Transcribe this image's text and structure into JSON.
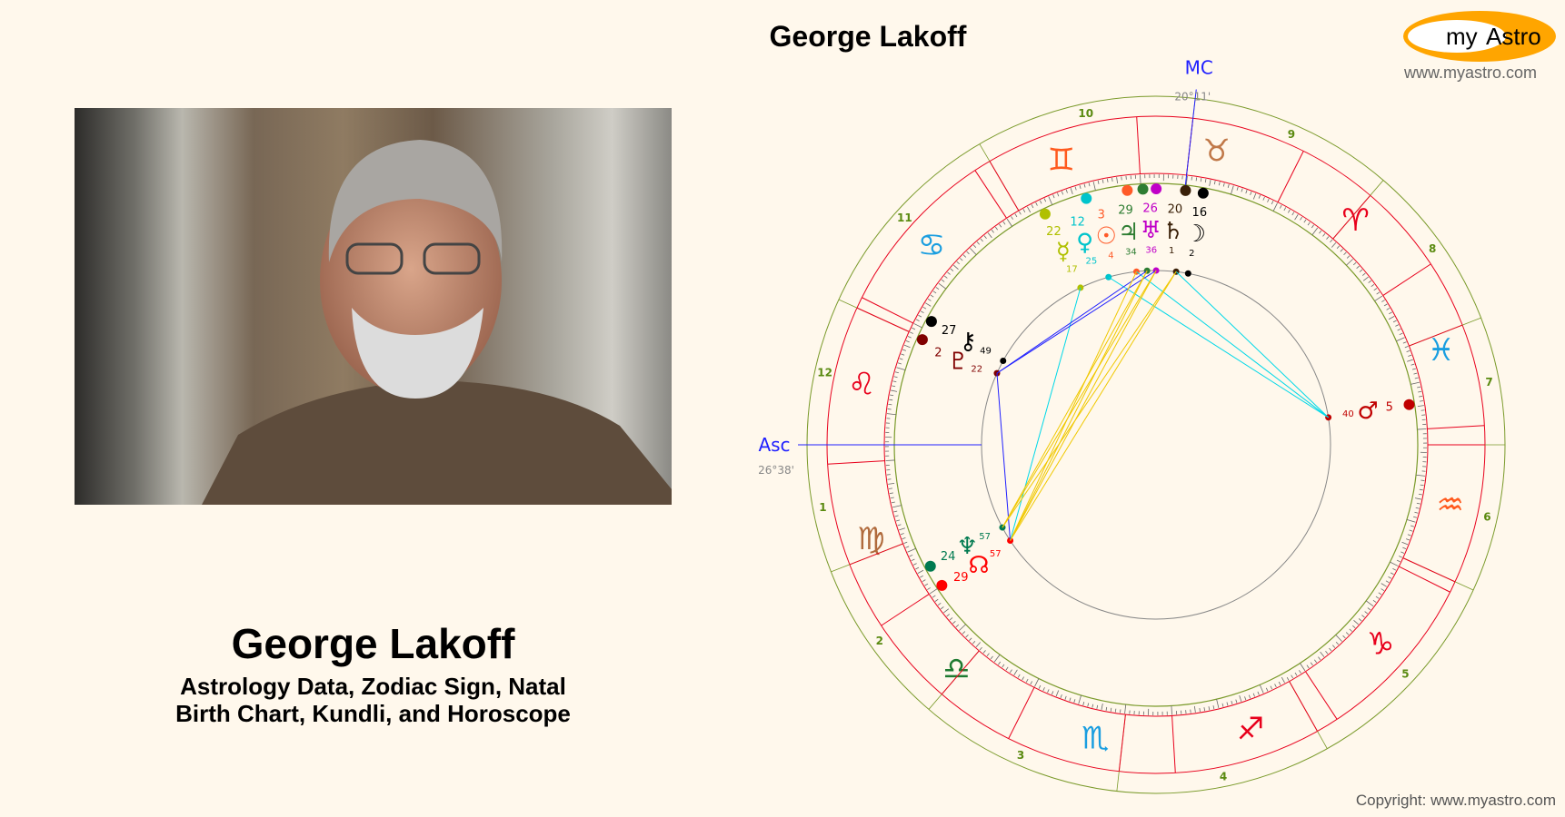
{
  "header": {
    "title": "George Lakoff"
  },
  "logo": {
    "part1": "my",
    "part2": "Astro",
    "url": "www.myastro.com",
    "accent": "#ffa500"
  },
  "person": {
    "name": "George Lakoff",
    "subtitle_line1": "Astrology Data, Zodiac Sign, Natal",
    "subtitle_line2": "Birth Chart, Kundli, and Horoscope"
  },
  "footer": {
    "copyright": "Copyright: www.myastro.com"
  },
  "chart_data": {
    "type": "natal-wheel",
    "angles": {
      "asc": {
        "label": "Asc",
        "degree_text": "26°38'",
        "longitude": 146.63
      },
      "mc": {
        "label": "MC",
        "degree_text": "20°11'",
        "longitude": 50.18
      }
    },
    "signs": [
      {
        "name": "aries",
        "glyph": "♈",
        "color": "#e8001c"
      },
      {
        "name": "taurus",
        "glyph": "♉",
        "color": "#c07848"
      },
      {
        "name": "gemini",
        "glyph": "♊",
        "color": "#ff5a1e"
      },
      {
        "name": "cancer",
        "glyph": "♋",
        "color": "#1a9ee0"
      },
      {
        "name": "leo",
        "glyph": "♌",
        "color": "#e8001c"
      },
      {
        "name": "virgo",
        "glyph": "♍",
        "color": "#b06a3c"
      },
      {
        "name": "libra",
        "glyph": "♎",
        "color": "#1e7a30"
      },
      {
        "name": "scorpio",
        "glyph": "♏",
        "color": "#1a9ee0"
      },
      {
        "name": "sagittarius",
        "glyph": "♐",
        "color": "#e8001c"
      },
      {
        "name": "capricorn",
        "glyph": "♑",
        "color": "#e8001c"
      },
      {
        "name": "aquarius",
        "glyph": "♒",
        "color": "#ff5a1e"
      },
      {
        "name": "pisces",
        "glyph": "♓",
        "color": "#1a9ee0"
      }
    ],
    "houses": [
      {
        "n": "1",
        "cusp": 146.63
      },
      {
        "n": "2",
        "cusp": 168
      },
      {
        "n": "3",
        "cusp": 196
      },
      {
        "n": "4",
        "cusp": 230.18
      },
      {
        "n": "5",
        "cusp": 266
      },
      {
        "n": "6",
        "cusp": 302
      },
      {
        "n": "7",
        "cusp": 326.63
      },
      {
        "n": "8",
        "cusp": 348
      },
      {
        "n": "9",
        "cusp": 16
      },
      {
        "n": "10",
        "cusp": 50.18
      },
      {
        "n": "11",
        "cusp": 87
      },
      {
        "n": "12",
        "cusp": 122
      }
    ],
    "planets": [
      {
        "name": "sun",
        "glyph": "☉",
        "deg": "3",
        "min": "4",
        "longitude": 63.07,
        "color": "#ff5a28"
      },
      {
        "name": "jupiter",
        "glyph": "♃",
        "deg": "29",
        "min": "34",
        "longitude": 59.57,
        "color": "#2e7d32"
      },
      {
        "name": "uranus",
        "glyph": "♅",
        "deg": "26",
        "min": "36",
        "longitude": 56.6,
        "color": "#c000c8"
      },
      {
        "name": "saturn",
        "glyph": "♄",
        "deg": "20",
        "min": "1",
        "longitude": 50.02,
        "color": "#3a2008"
      },
      {
        "name": "moon",
        "glyph": "☽",
        "deg": "16",
        "min": "2",
        "longitude": 46.03,
        "color": "#000000"
      },
      {
        "name": "venus",
        "glyph": "♀",
        "deg": "12",
        "min": "25",
        "longitude": 72.42,
        "color": "#00c4cc"
      },
      {
        "name": "mercury",
        "glyph": "☿",
        "deg": "22",
        "min": "17",
        "longitude": 82.28,
        "color": "#b0c000"
      },
      {
        "name": "chiron",
        "glyph": "⚷",
        "deg": "27",
        "min": "49",
        "longitude": 117.82,
        "color": "#000000"
      },
      {
        "name": "pluto",
        "glyph": "♇",
        "deg": "2",
        "min": "22",
        "longitude": 122.37,
        "color": "#800000"
      },
      {
        "name": "neptune",
        "glyph": "♆",
        "deg": "24",
        "min": "57",
        "longitude": 174.95,
        "color": "#007a50"
      },
      {
        "name": "node",
        "glyph": "☊",
        "deg": "29",
        "min": "57",
        "longitude": 179.95,
        "color": "#ff0000"
      },
      {
        "name": "mars",
        "glyph": "♂",
        "deg": "5",
        "min": "40",
        "longitude": 335.67,
        "color": "#c00000"
      }
    ],
    "aspects": [
      {
        "a": "mercury",
        "b": "node",
        "color": "#00d8e8"
      },
      {
        "a": "venus",
        "b": "mars",
        "color": "#00d8e8"
      },
      {
        "a": "sun",
        "b": "mars",
        "color": "#00d8e8"
      },
      {
        "a": "saturn",
        "b": "mars",
        "color": "#00d8e8"
      },
      {
        "a": "jupiter",
        "b": "pluto",
        "color": "#2020ff"
      },
      {
        "a": "uranus",
        "b": "pluto",
        "color": "#2020ff"
      },
      {
        "a": "pluto",
        "b": "node",
        "color": "#2020ff"
      },
      {
        "a": "sun",
        "b": "node",
        "color": "#f0c800"
      },
      {
        "a": "jupiter",
        "b": "node",
        "color": "#f0c800"
      },
      {
        "a": "uranus",
        "b": "node",
        "color": "#f0c800"
      },
      {
        "a": "saturn",
        "b": "neptune",
        "color": "#f0c800"
      },
      {
        "a": "jupiter",
        "b": "neptune",
        "color": "#f0c800"
      },
      {
        "a": "uranus",
        "b": "neptune",
        "color": "#f0c800"
      },
      {
        "a": "saturn",
        "b": "node",
        "color": "#f0c800"
      }
    ]
  }
}
